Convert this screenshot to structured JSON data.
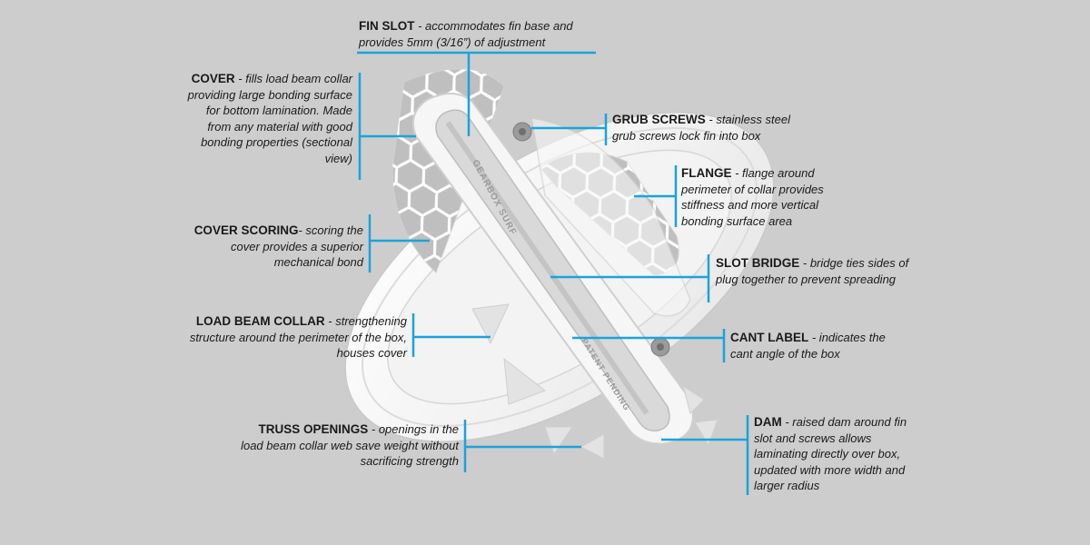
{
  "accent_color": "#1aa3dc",
  "product_text": {
    "slot_print": "GEARBOX SURF",
    "patent_print": "PATENT PENDING"
  },
  "labels": {
    "fin_slot": {
      "title": "FIN SLOT",
      "desc": " - accommodates fin base and provides 5mm (3/16”) of adjustment"
    },
    "cover": {
      "title": "COVER",
      "desc": " - fills load beam collar providing large bonding surface for bottom lamination. Made from any material with good bonding properties (sectional view)"
    },
    "cover_scoring": {
      "title": "COVER SCORING",
      "desc": "- scoring the cover provides a superior mechanical bond"
    },
    "load_beam_collar": {
      "title": "LOAD BEAM COLLAR",
      "desc": " - strengthening structure around the perimeter of the box, houses cover"
    },
    "truss_openings": {
      "title": "TRUSS OPENINGS",
      "desc": " - openings in the load beam collar web save weight without sacrificing strength"
    },
    "grub_screws": {
      "title": "GRUB SCREWS",
      "desc": " - stainless steel grub screws lock fin into box"
    },
    "flange": {
      "title": "FLANGE",
      "desc": " - flange around perimeter of collar provides stiffness and more vertical bonding surface area"
    },
    "slot_bridge": {
      "title": "SLOT BRIDGE",
      "desc": " - bridge ties sides of plug together to prevent spreading"
    },
    "cant_label": {
      "title": "CANT LABEL",
      "desc": " - indicates the cant angle of the box"
    },
    "dam": {
      "title": "DAM",
      "desc": " - raised dam around fin slot and screws allows laminating directly over box, updated with more width and larger radius"
    }
  }
}
